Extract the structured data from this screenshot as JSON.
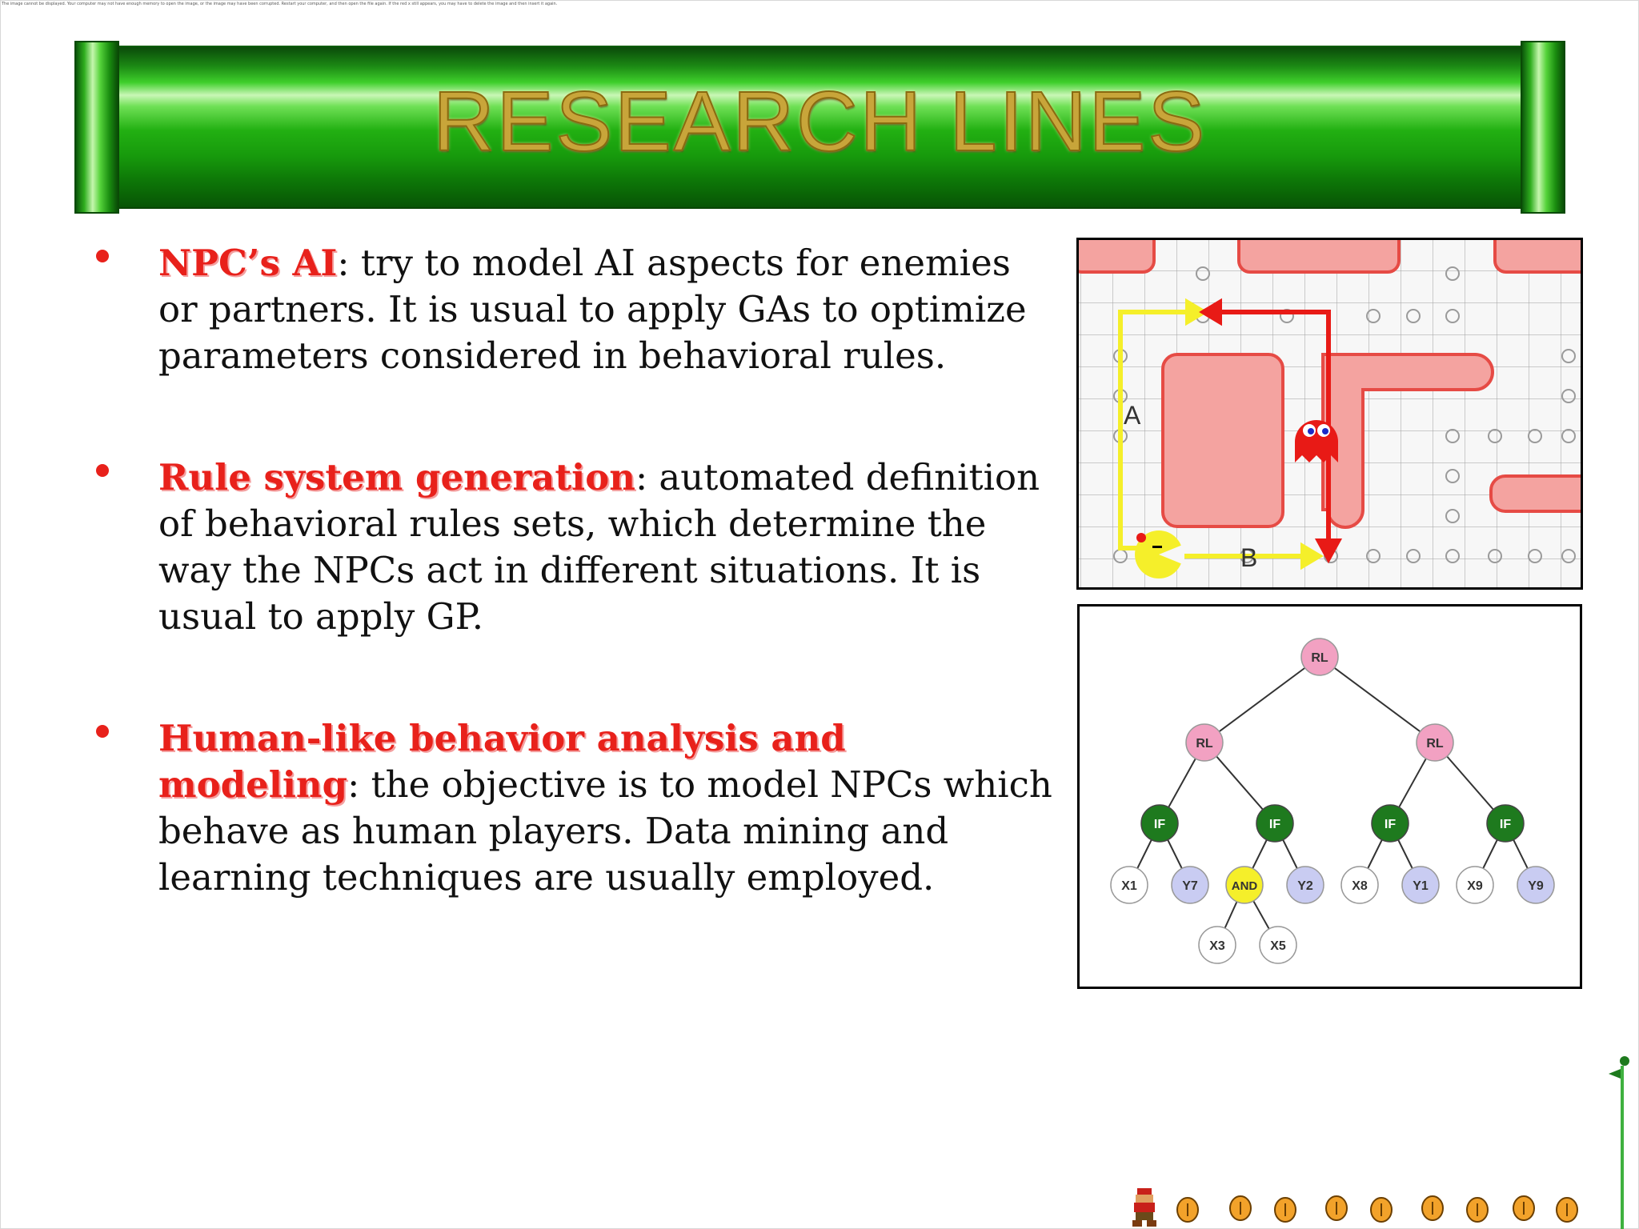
{
  "error_strip": "The image cannot be displayed. Your computer may not have enough memory to open the image, or the image may have been corrupted. Restart your computer, and then open the file again. If the red x still appears, you may have to delete the image and then insert it again.",
  "slide": {
    "title": "RESEARCH LINES"
  },
  "bullets": [
    {
      "term": "NPC’s AI",
      "text": ": try to model AI aspects for enemies or partners. It is usual to apply GAs to optimize parameters considered in behavioral rules."
    },
    {
      "term": "Rule system generation",
      "text": ": automated definition of behavioral rules sets, which determine the way the NPCs act in different situations. It is usual to apply GP."
    },
    {
      "term": "Human-like behavior analysis and modeling",
      "text": ": the objective is to model NPCs which behave as human players. Data mining and learning techniques are usually employed."
    }
  ],
  "maze_image": {
    "path_a_label": "A",
    "path_b_label": "B"
  },
  "tree_image": {
    "nodes": {
      "root": "RL",
      "rl_left": "RL",
      "rl_right": "RL",
      "if1": "IF",
      "if2": "IF",
      "if3": "IF",
      "if4": "IF",
      "x1": "X1",
      "y7": "Y7",
      "and": "AND",
      "y2": "Y2",
      "x8": "X8",
      "y1": "Y1",
      "x9": "X9",
      "y9": "Y9",
      "x3": "X3",
      "x5": "X5"
    },
    "colors": {
      "rl": "#f2a1c2",
      "if": "#1e7a1e",
      "y": "#c9ccf2",
      "x": "#ffffff",
      "and": "#f5ef2a"
    }
  },
  "colors": {
    "bullet_term": "#e8211b",
    "title_gold": "#c8a53a",
    "pipe_green": "#22b012"
  }
}
